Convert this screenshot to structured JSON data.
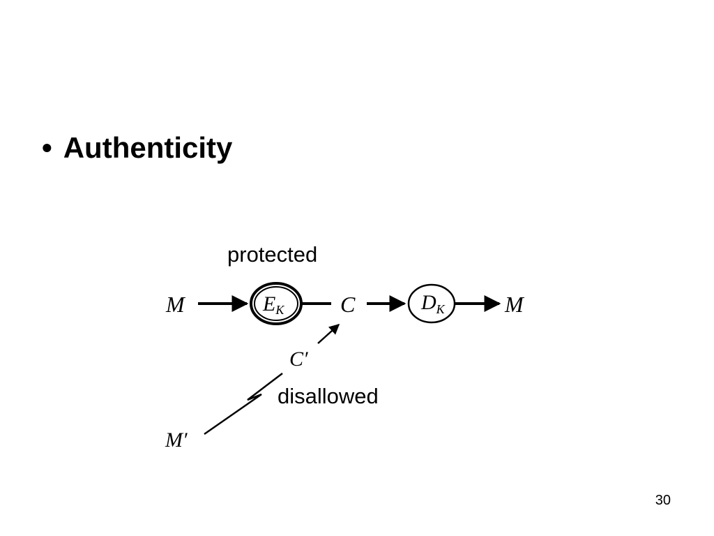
{
  "slide": {
    "bullet": "•",
    "heading": "Authenticity",
    "page_number": "30"
  },
  "diagram": {
    "label_protected": "protected",
    "label_disallowed": "disallowed",
    "nodes": {
      "m_left": "M",
      "encrypt_main": "E",
      "encrypt_sub": "K",
      "ciphertext": "C",
      "decrypt_main": "D",
      "decrypt_sub": "K",
      "m_right": "M",
      "c_prime": "C′",
      "m_prime": "M′"
    }
  }
}
